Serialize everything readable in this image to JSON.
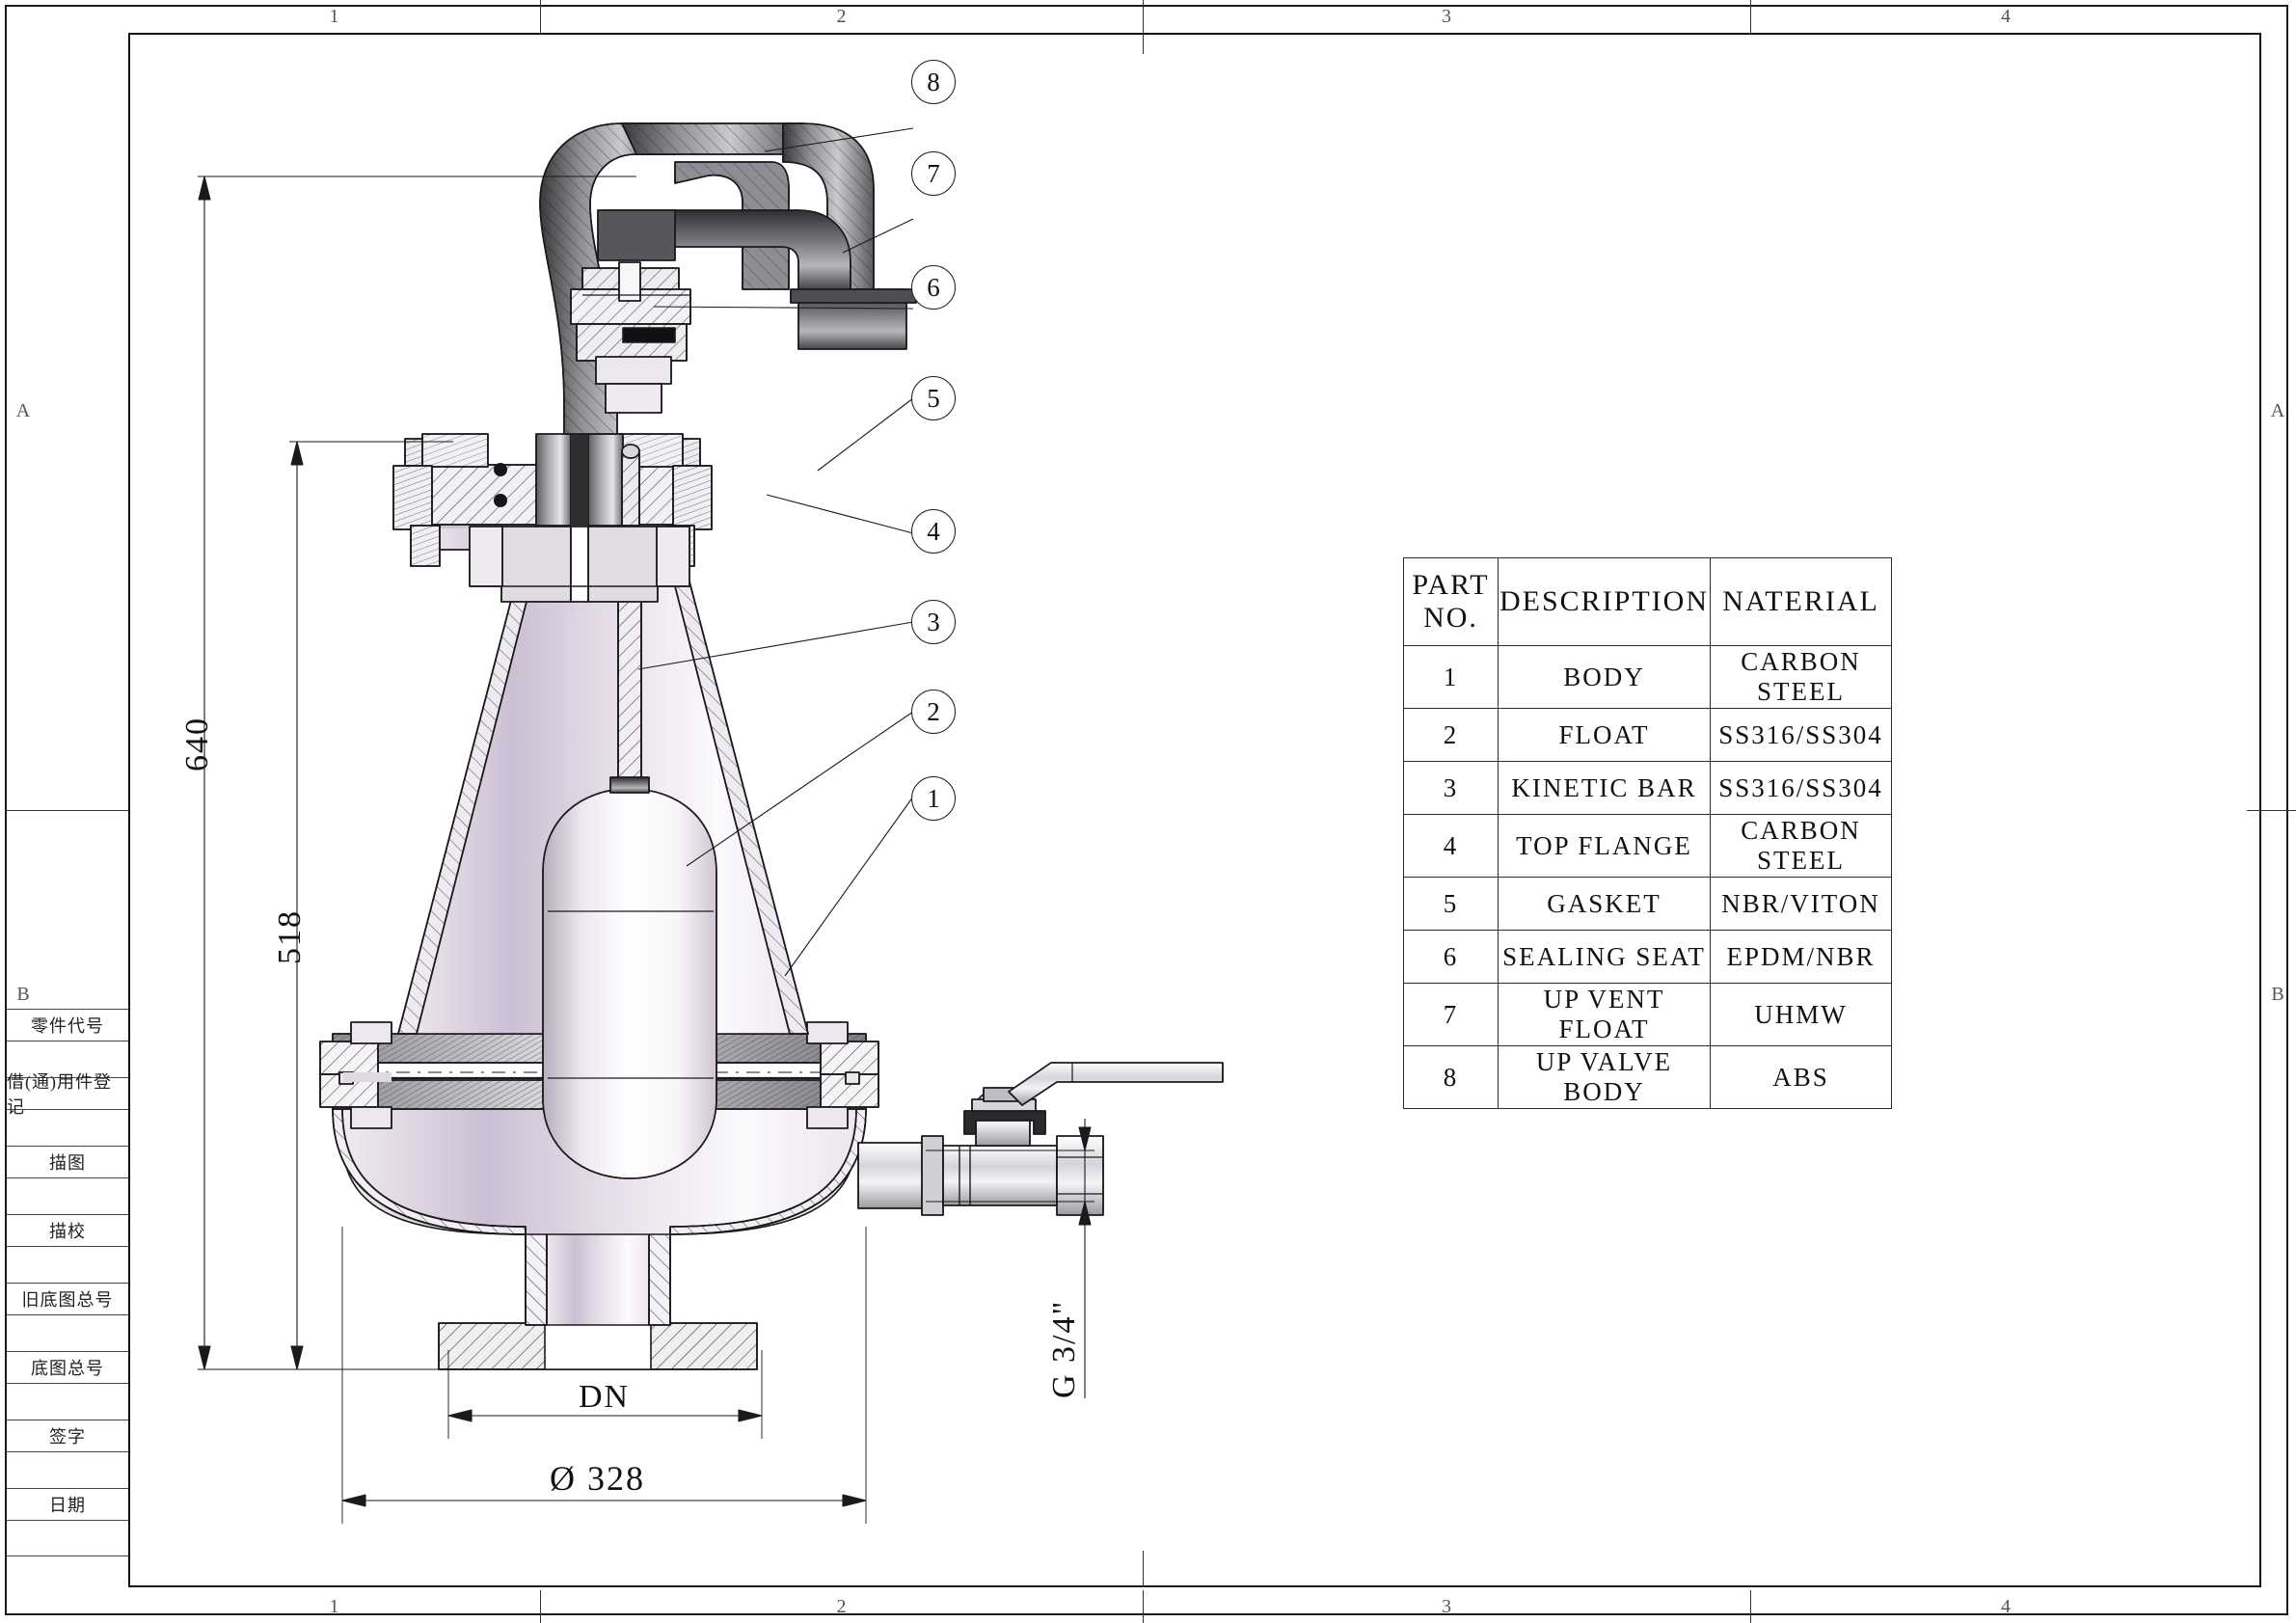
{
  "sheet": {
    "zones_top": [
      "1",
      "2",
      "3",
      "4"
    ],
    "zones_bottom": [
      "1",
      "2",
      "3",
      "4"
    ],
    "zones_left": [
      "A",
      "B"
    ],
    "zones_right": [
      "A",
      "B"
    ]
  },
  "title_block": {
    "rows": [
      {
        "label": "零件代号"
      },
      {
        "label": "借(通)用件登记"
      },
      {
        "label": "描图"
      },
      {
        "label": "描校"
      },
      {
        "label": "旧底图总号"
      },
      {
        "label": "底图总号"
      },
      {
        "label": "签字"
      },
      {
        "label": "日期"
      }
    ]
  },
  "parts_table": {
    "headers": [
      "PART NO.",
      "DESCRIPTION",
      "NATERIAL"
    ],
    "rows": [
      {
        "no": "1",
        "description": "BODY",
        "material": "CARBON STEEL"
      },
      {
        "no": "2",
        "description": "FLOAT",
        "material": "SS316/SS304"
      },
      {
        "no": "3",
        "description": "KINETIC BAR",
        "material": "SS316/SS304"
      },
      {
        "no": "4",
        "description": "TOP FLANGE",
        "material": "CARBON STEEL"
      },
      {
        "no": "5",
        "description": "GASKET",
        "material": "NBR/VITON"
      },
      {
        "no": "6",
        "description": "SEALING SEAT",
        "material": "EPDM/NBR"
      },
      {
        "no": "7",
        "description": "UP VENT FLOAT",
        "material": "UHMW"
      },
      {
        "no": "8",
        "description": "UP VALVE BODY",
        "material": "ABS"
      }
    ]
  },
  "callouts": [
    {
      "id": "8",
      "label": "8"
    },
    {
      "id": "7",
      "label": "7"
    },
    {
      "id": "6",
      "label": "6"
    },
    {
      "id": "5",
      "label": "5"
    },
    {
      "id": "4",
      "label": "4"
    },
    {
      "id": "3",
      "label": "3"
    },
    {
      "id": "2",
      "label": "2"
    },
    {
      "id": "1",
      "label": "1"
    }
  ],
  "dimensions": {
    "overall_height": "640",
    "body_height": "518",
    "nominal_diameter": "DN",
    "flange_diameter": "Ø 328",
    "vent_thread": "G 3/4\""
  },
  "colors": {
    "line": "#1a1a1a",
    "metal_light": "#f2f1f3",
    "metal_mid": "#b9b3bd",
    "metal_dark": "#4a4a4d",
    "body_tint": "#cfc3d3"
  }
}
